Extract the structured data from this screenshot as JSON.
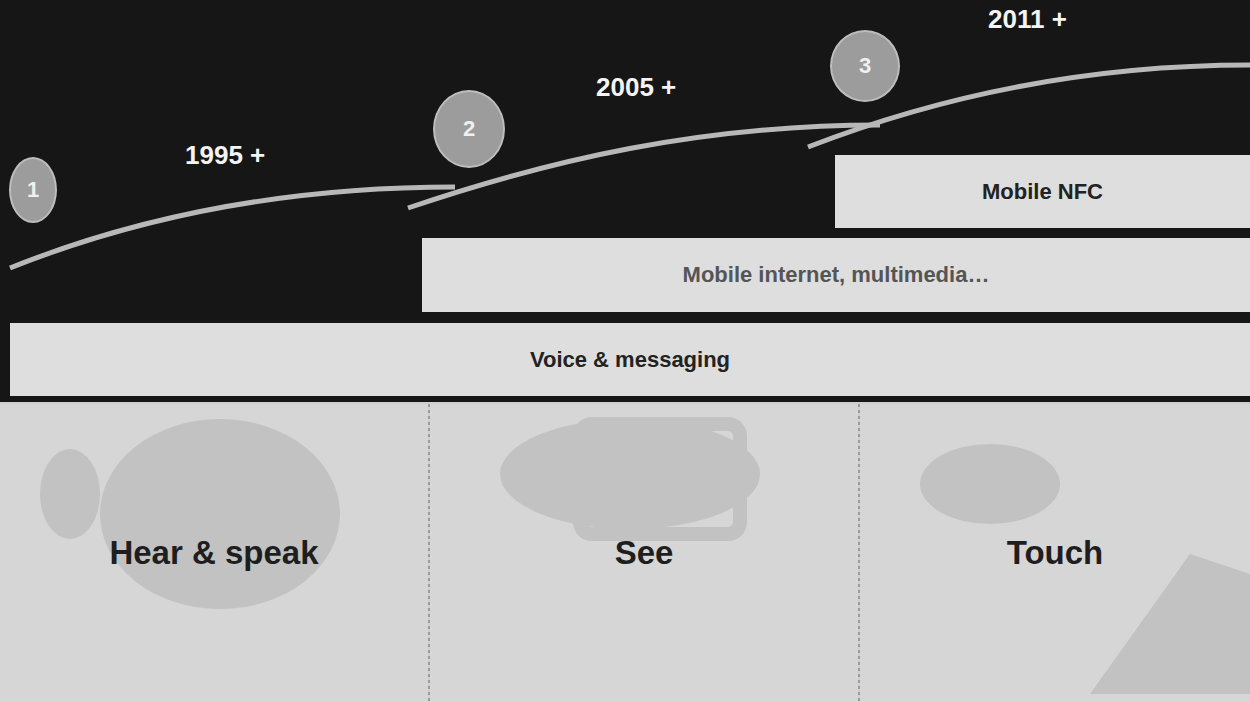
{
  "diagram": {
    "nodes": [
      {
        "text": [
          "1"
        ]
      },
      {
        "text": [
          "2"
        ]
      },
      {
        "text": [
          "3"
        ]
      },
      {
        "text": [
          "Mobile NFC"
        ]
      },
      {
        "text": [
          "Mobile internet, multimedia…"
        ]
      },
      {
        "text": [
          "Voice & messaging"
        ]
      },
      {
        "text": [
          "Hear & speak"
        ]
      },
      {
        "text": [
          "See"
        ]
      },
      {
        "text": [
          "Touch"
        ]
      }
    ],
    "labels": [
      "1995 +",
      "2005 +",
      "2011 +"
    ]
  }
}
